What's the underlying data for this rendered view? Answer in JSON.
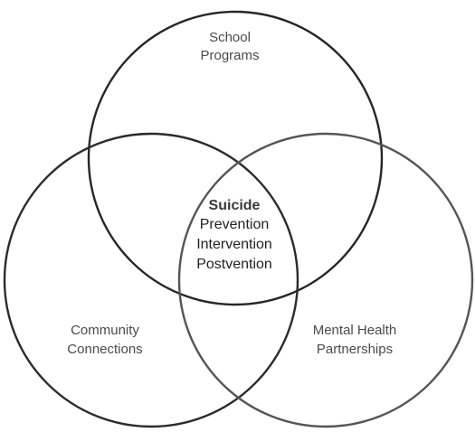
{
  "circles": {
    "school": {
      "line1": "School",
      "line2": "Programs"
    },
    "community": {
      "line1": "Community",
      "line2": "Connections"
    },
    "mental_health": {
      "line1": "Mental Health",
      "line2": "Partnerships"
    }
  },
  "center": {
    "title": "Suicide",
    "lines": [
      "Prevention",
      "Intervention",
      "Postvention"
    ]
  },
  "colors": {
    "school_stroke": "#262626",
    "community_stroke": "#2b2b2b",
    "mental_health_stroke": "#555555"
  }
}
